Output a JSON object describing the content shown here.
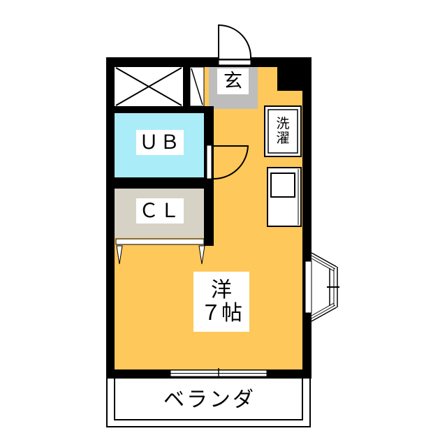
{
  "plan": {
    "colors": {
      "wall": "#000000",
      "western_room": "#FFC85A",
      "bath": "#ABECF9",
      "closet": "#D6D3C6",
      "entrance": "#BDBDBD",
      "exterior": "#FFFFFF"
    },
    "rooms": {
      "entrance": {
        "label": "玄"
      },
      "bath": {
        "label": "ＵＢ"
      },
      "closet": {
        "label": "ＣＬ"
      },
      "laundry": {
        "label_line1": "洗",
        "label_line2": "濯"
      },
      "western": {
        "label_line1": "洋",
        "label_line2": "７帖"
      },
      "balcony": {
        "label": "ベランダ"
      }
    },
    "fixtures": [
      "front-door",
      "bath-door",
      "closet-doors",
      "laundry-space",
      "kitchen-sink",
      "bay-window",
      "balcony-sliding-window",
      "pipe-shaft",
      "shoe-cabinet"
    ]
  }
}
